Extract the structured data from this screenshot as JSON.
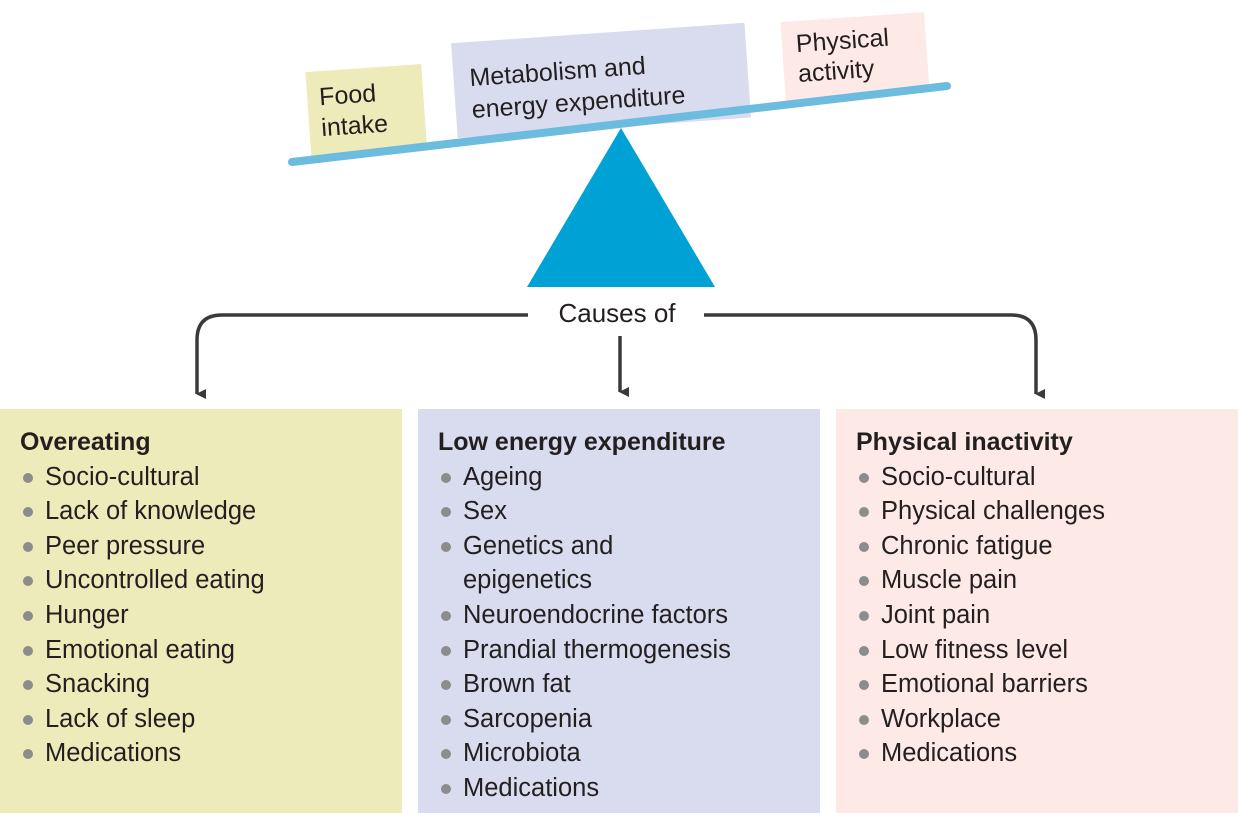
{
  "balance": {
    "food_label": [
      "Food",
      "intake"
    ],
    "metabolism_label": [
      "Metabolism and",
      "energy expenditure"
    ],
    "activity_label": [
      "Physical",
      "activity"
    ],
    "colors": {
      "beam": "#6cbcdf",
      "fulcrum": "#00a1d4",
      "food": "#eeebba",
      "metabolism": "#d9dbef",
      "activity": "#fde9e6",
      "arrow": "#3a3a3a"
    }
  },
  "causes_label": "Causes of",
  "columns": [
    {
      "title": "Overeating",
      "items": [
        "Socio-cultural",
        "Lack of knowledge",
        "Peer pressure",
        "Uncontrolled eating",
        "Hunger",
        "Emotional eating",
        "Snacking",
        "Lack of sleep",
        "Medications"
      ]
    },
    {
      "title": "Low energy expenditure",
      "items": [
        "Ageing",
        "Sex",
        "Genetics and epigenetics",
        "Neuroendocrine factors",
        "Prandial thermogenesis",
        "Brown fat",
        "Sarcopenia",
        "Microbiota",
        "Medications"
      ]
    },
    {
      "title": "Physical inactivity",
      "items": [
        "Socio-cultural",
        "Physical challenges",
        "Chronic fatigue",
        "Muscle pain",
        "Joint pain",
        "Low fitness level",
        "Emotional barriers",
        "Workplace",
        "Medications"
      ]
    }
  ]
}
